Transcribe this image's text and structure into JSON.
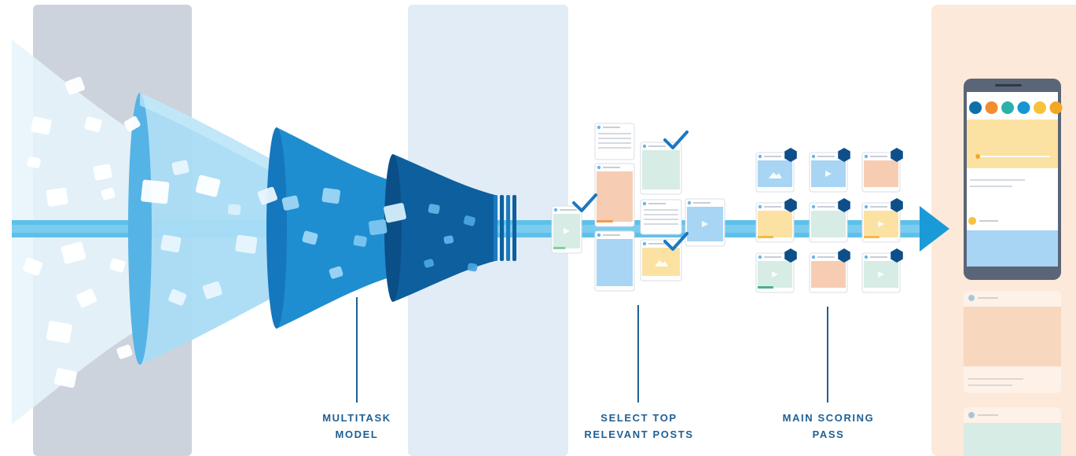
{
  "labels": {
    "multitask": [
      "MULTITASK",
      "MODEL"
    ],
    "select": [
      "SELECT TOP",
      "RELEVANT POSTS"
    ],
    "scoring": [
      "MAIN SCORING",
      "PASS"
    ]
  },
  "colors": {
    "gray_panel": "#cdd3dc",
    "blue_panel": "#e1ecf7",
    "peach_panel": "#fde9da",
    "stream": "#5dc0ea",
    "arrow": "#1a9ad7",
    "funnel_light": "#a9dcf4",
    "funnel_mid": "#55b3e6",
    "funnel_blue": "#1f8ed0",
    "funnel_dark": "#0d5f9e",
    "label_text": "#1f5f93",
    "badge": "#0e4f8a",
    "check": "#1b78c2",
    "card_peach": "#f6cdb2",
    "card_yellow": "#fbe2a2",
    "card_green": "#d7ece4",
    "card_blue": "#a8d5f3",
    "phone_frame": "#5a6577"
  },
  "icons": [
    "check-icon",
    "hexagon-badge-icon",
    "play-icon",
    "image-icon",
    "arrow-right-icon"
  ],
  "phone": {
    "story_colors": [
      "#0f6fa8",
      "#f18d2f",
      "#2bb1a9",
      "#1596d3",
      "#f6c23a",
      "#f5a623"
    ]
  }
}
